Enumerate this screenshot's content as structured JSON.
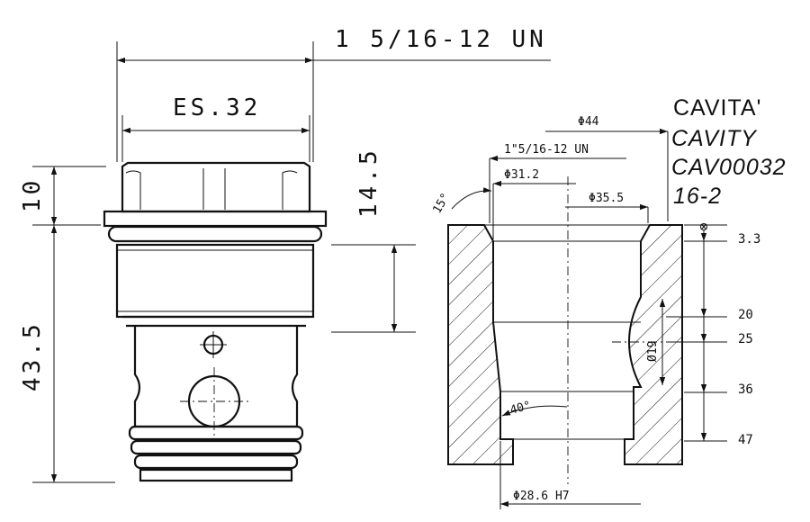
{
  "cartridge": {
    "thread_label": "1 5/16-12 UN",
    "hex_label": "ES.32",
    "dim_10": "10",
    "dim_43_5": "43.5",
    "dim_14_5": "14.5"
  },
  "cavity": {
    "title_lines": [
      "CAVITA'",
      "CAVITY",
      "CAV00032",
      "16-2"
    ],
    "dia_44": "Φ44",
    "thread": "1\"5/16-12 UN",
    "dia_31_2": "Φ31.2",
    "dia_35_5": "Φ35.5",
    "angle_15": "15°",
    "angle_40": "40°",
    "dia_19": "Ø19",
    "dia_28_6": "Φ28.6 H7",
    "depths": [
      "3.3",
      "20",
      "25",
      "36",
      "47"
    ]
  }
}
